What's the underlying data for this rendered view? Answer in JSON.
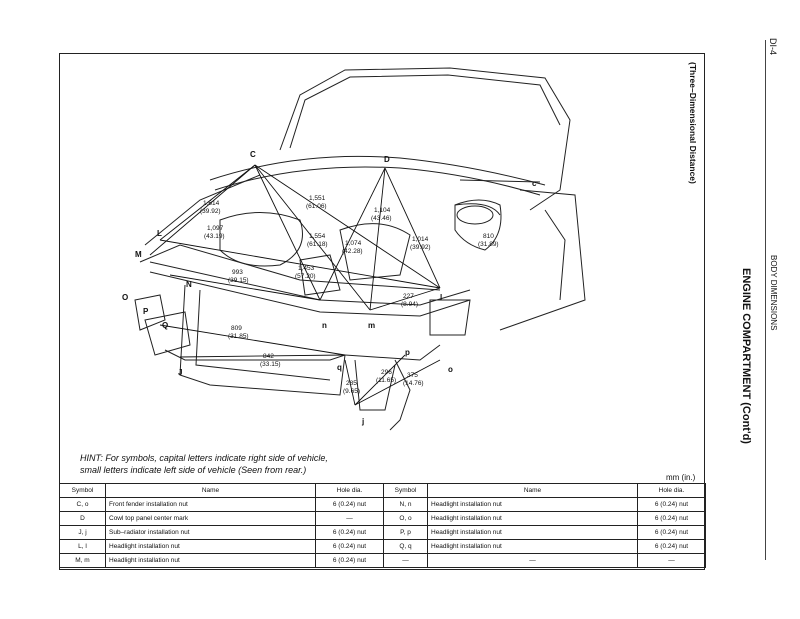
{
  "page": {
    "page_number": "DI-4",
    "section": "BODY DIMENSIONS",
    "heading": "ENGINE COMPARTMENT (Cont'd)"
  },
  "diagram": {
    "caption": "(Three–Dimensional Distance)",
    "symbols": [
      "C",
      "D",
      "c",
      "L",
      "M",
      "N",
      "O",
      "P",
      "Q",
      "J",
      "n",
      "m",
      "l",
      "q",
      "p",
      "o",
      "j"
    ],
    "dimensions": [
      {
        "mm": "1,614",
        "in": "(39.92)"
      },
      {
        "mm": "1,097",
        "in": "(43.19)"
      },
      {
        "mm": "1,551",
        "in": "(61.06)"
      },
      {
        "mm": "1,104",
        "in": "(43.46)"
      },
      {
        "mm": "1,554",
        "in": "(61.18)"
      },
      {
        "mm": "1,074",
        "in": "(42.28)"
      },
      {
        "mm": "1,014",
        "in": "(39.92)"
      },
      {
        "mm": "810",
        "in": "(31.89)"
      },
      {
        "mm": "993",
        "in": "(39.15)"
      },
      {
        "mm": "1,453",
        "in": "(57.20)"
      },
      {
        "mm": "227",
        "in": "(8.94)"
      },
      {
        "mm": "809",
        "in": "(31.85)"
      },
      {
        "mm": "842",
        "in": "(33.15)"
      },
      {
        "mm": "296",
        "in": "(11.65)"
      },
      {
        "mm": "375",
        "in": "(14.76)"
      },
      {
        "mm": "285",
        "in": "(9.65)"
      }
    ]
  },
  "hint": {
    "line1": "HINT: For symbols, capital letters indicate right side of vehicle,",
    "line2": "small letters indicate left side of vehicle (Seen from rear.)"
  },
  "units_label": "mm (in.)",
  "table": {
    "headers": [
      "Symbol",
      "Name",
      "Hole dia.",
      "Symbol",
      "Name",
      "Hole dia."
    ],
    "rows": [
      [
        "C, o",
        "Front fender installation nut",
        "6 (0.24) nut",
        "N, n",
        "Headlight installation nut",
        "6 (0.24) nut"
      ],
      [
        "D",
        "Cowl top panel center mark",
        "—",
        "O, o",
        "Headlight installation nut",
        "6 (0.24) nut"
      ],
      [
        "J, j",
        "Sub–radiator installation nut",
        "6 (0.24) nut",
        "P, p",
        "Headlight installation nut",
        "6 (0.24) nut"
      ],
      [
        "L, l",
        "Headlight installation nut",
        "6 (0.24) nut",
        "Q, q",
        "Headlight installation nut",
        "6 (0.24) nut"
      ],
      [
        "M, m",
        "Headlight installation nut",
        "6 (0.24) nut",
        "—",
        "—",
        "—"
      ]
    ]
  }
}
